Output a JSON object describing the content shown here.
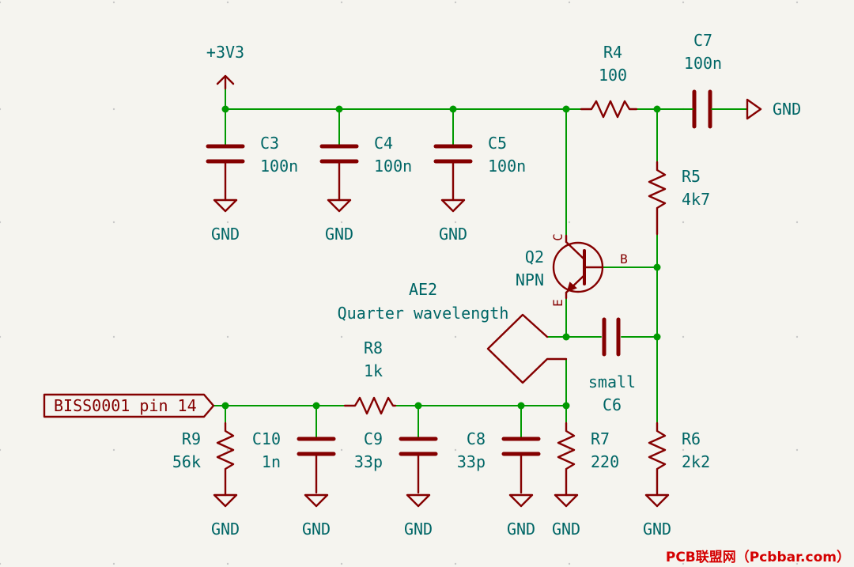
{
  "power": {
    "v33": "+3V3",
    "gnd": "GND"
  },
  "parts": {
    "C3": {
      "ref": "C3",
      "value": "100n"
    },
    "C4": {
      "ref": "C4",
      "value": "100n"
    },
    "C5": {
      "ref": "C5",
      "value": "100n"
    },
    "R4": {
      "ref": "R4",
      "value": "100"
    },
    "C7": {
      "ref": "C7",
      "value": "100n"
    },
    "R5": {
      "ref": "R5",
      "value": "4k7"
    },
    "Q2": {
      "ref": "Q2",
      "value": "NPN",
      "pin_c": "C",
      "pin_b": "B",
      "pin_e": "E"
    },
    "AE2": {
      "ref": "AE2",
      "value": "Quarter wavelength"
    },
    "C6": {
      "ref": "C6",
      "value": "small"
    },
    "R8": {
      "ref": "R8",
      "value": "1k"
    },
    "R9": {
      "ref": "R9",
      "value": "56k"
    },
    "C10": {
      "ref": "C10",
      "value": "1n"
    },
    "C9": {
      "ref": "C9",
      "value": "33p"
    },
    "C8": {
      "ref": "C8",
      "value": "33p"
    },
    "R7": {
      "ref": "R7",
      "value": "220"
    },
    "R6": {
      "ref": "R6",
      "value": "2k2"
    }
  },
  "net_label": "BISS0001 pin 14",
  "watermark": "PCB联盟网（Pcbbar.com）"
}
